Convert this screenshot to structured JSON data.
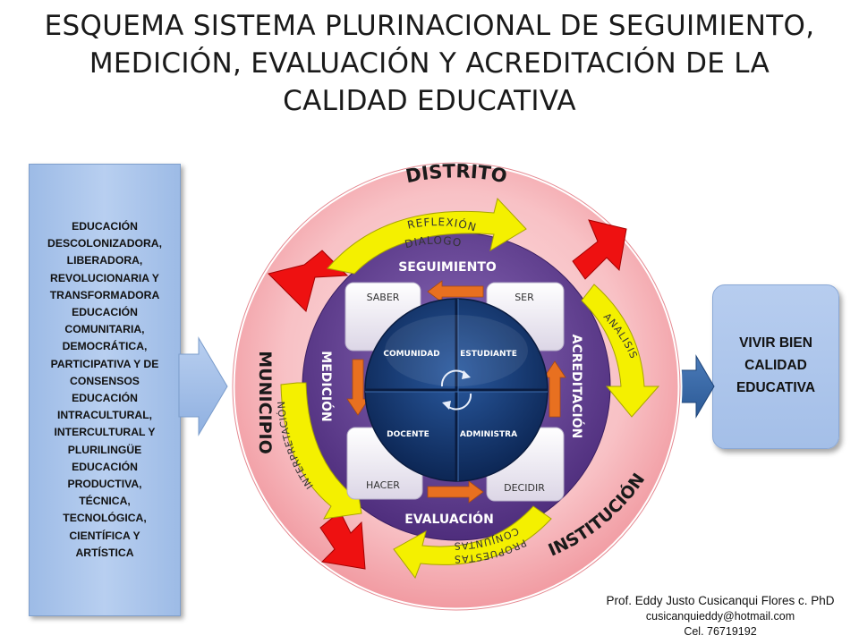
{
  "title": {
    "line1": "ESQUEMA SISTEMA PLURINACIONAL DE SEGUIMIENTO,",
    "line2": "MEDICIÓN, EVALUACIÓN Y ACREDITACIÓN DE LA",
    "line3": "CALIDAD EDUCATIVA"
  },
  "left_panel": {
    "lines": [
      "EDUCACIÓN",
      "DESCOLONIZADORA,",
      "LIBERADORA,",
      "REVOLUCIONARIA Y",
      "TRANSFORMADORA",
      "EDUCACIÓN",
      "COMUNITARIA,",
      "DEMOCRÁTICA,",
      "PARTICIPATIVA Y DE",
      "CONSENSOS",
      "EDUCACIÓN",
      "INTRACULTURAL,",
      "INTERCULTURAL Y",
      "PLURILINGÜE",
      "EDUCACIÓN",
      "PRODUCTIVA,",
      "TÉCNICA,",
      "TECNOLÓGICA,",
      "CIENTÍFICA Y",
      "ARTÍSTICA"
    ]
  },
  "right_panel": {
    "line1": "VIVIR BIEN",
    "line2": "CALIDAD",
    "line3": "EDUCATIVA"
  },
  "outer_ring": {
    "top": "DISTRITO",
    "left": "MUNICIPIO",
    "bottom_right": "INSTITUCIÓN"
  },
  "process_ring": {
    "top": "SEGUIMIENTO",
    "left": "MEDICIÓN",
    "right": "ACREDITACIÓN",
    "bottom": "EVALUACIÓN"
  },
  "yellow_arrows": {
    "top_line1": "REFLEXIÓN",
    "top_line2": "DIALOGO",
    "right": "ANALISIS",
    "left": "INTERPRETACIÓN",
    "bottom_line1": "PROPUESTAS",
    "bottom_line2": "CONJUNTAS"
  },
  "corner_boxes": {
    "top_left": "SABER",
    "top_right": "SER",
    "bottom_left": "HACER",
    "bottom_right": "DECIDIR"
  },
  "center_quadrants": {
    "top_left": "COMUNIDAD",
    "top_right": "ESTUDIANTE",
    "bottom_left": "DOCENTE",
    "bottom_right": "ADMINISTRA"
  },
  "credits": {
    "name": "Prof. Eddy Justo Cusicanqui Flores c. PhD",
    "email": "cusicanquieddy@hotmail.com",
    "phone": "Cel. 76719192"
  },
  "colors": {
    "outer_ring": "#f7b7bb",
    "process_ring": "#5e3b8c",
    "center_disc": "#163a73",
    "panel_blue": "#a9c3ea",
    "red_arrow": "#ee1111",
    "yellow_arrow": "#f4f000",
    "orange_arrow": "#e87020"
  }
}
